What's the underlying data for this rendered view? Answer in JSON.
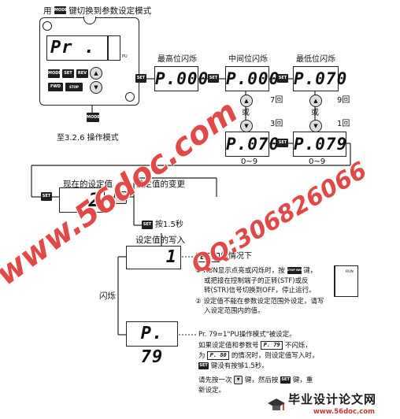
{
  "top_instruction": {
    "pre": "用",
    "key": "MODE",
    "post": "键切换到参数设定模式"
  },
  "panel": {
    "display": "Pr .",
    "unit": "PU",
    "keys": [
      "MODE",
      "SET",
      "REV",
      "FWD",
      "STOP RESET"
    ]
  },
  "mode_key": "MODE",
  "to_section": "至3.2.6 操作模式",
  "set_key": "SET",
  "columns": [
    {
      "title": "最高位闪烁",
      "display": "P.000"
    },
    {
      "title": "中间位闪烁",
      "display": "P.000"
    },
    {
      "title": "最低位闪烁",
      "display": "P.070"
    }
  ],
  "mid_controls": {
    "times_up": "7回",
    "or": "或",
    "times_down": "3回",
    "range": "0~9",
    "display": "P.070"
  },
  "low_controls": {
    "times_up": "9回",
    "or": "或",
    "times_down": "1回",
    "range": "0~9",
    "display": "P.079"
  },
  "setting": {
    "current_label": "现在的设定值",
    "current_value": "2",
    "change_label": "设定值的变更",
    "press_label": "按1.5秒",
    "write_label": "设定值的写入",
    "write_value": "1",
    "err_text": "Er 1",
    "err_suffix": "的情况下",
    "flash_label": "闪烁",
    "final_display": "P. 79"
  },
  "notes": {
    "n1_a": "① RUN显示点亮或闪烁时，按",
    "n1_key": "STOP RESET",
    "n1_b": "键，",
    "n1_c": "或把接在控制端子的正转(STF)或反",
    "n1_d": "转(STR)信号切换到OFF，停止运行。",
    "n2_a": "② 设定值不能在参数设定范围外设定，请写",
    "n2_b": "入设定范围内的值。",
    "run_label": "RUN",
    "n3_a": "Pr. 79=1\"PU操作模式\"被设定。",
    "n3_b": "如果设定值和参数号",
    "n3_disp1": "P. 79",
    "n3_c": "不闪烁，",
    "n3_d_pre": "为",
    "n3_disp2": "P. 80",
    "n3_d_post": "的情况时，则设定值写入时，",
    "n3_e": "键没有按够1.5秒。",
    "n4_a": "请先按一次",
    "n4_b": "键，然后按",
    "n4_c": "键，重",
    "n4_d": "新设定。"
  },
  "watermarks": {
    "site1": "www.56doc.com",
    "qq": "QQ:306826066"
  },
  "footer": {
    "title": "毕业设计论文网",
    "url": "www.56doc.com"
  }
}
